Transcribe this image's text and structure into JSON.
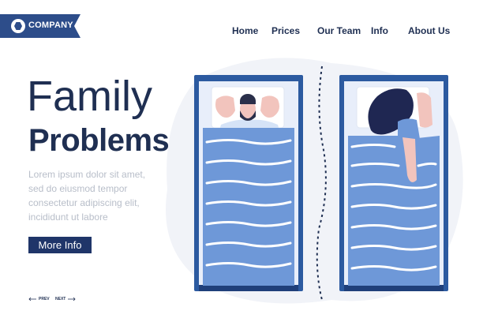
{
  "brand": {
    "name": "COMPANY",
    "color": "#2d4d8a"
  },
  "nav": {
    "items": [
      {
        "label": "Home"
      },
      {
        "label": "Prices"
      },
      {
        "label": "Our Team"
      },
      {
        "label": "Info"
      },
      {
        "label": "About Us"
      }
    ]
  },
  "hero": {
    "title_line1": "Family",
    "title_line2": "Problems",
    "body_line1": "Lorem ipsum dolor sit amet,",
    "body_line2": "sed do eiusmod tempor",
    "body_line3": "consectetur adipiscing elit,",
    "body_line4": "incididunt ut labore",
    "button_label": "More Info"
  },
  "pager": {
    "prev": "PREV",
    "next": "NEXT"
  },
  "colors": {
    "navy": "#1f2f52",
    "blanket": "#6e98d8",
    "blanket_light": "#8db0e4",
    "bed_frame": "#2c5aa0",
    "pillow": "#ffffff",
    "backdrop": "#f1f3f8"
  }
}
